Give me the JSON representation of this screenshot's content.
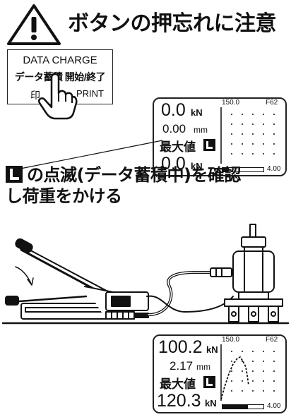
{
  "warning": {
    "title": "ボタンの押忘れに注意"
  },
  "button_panel": {
    "line1": "DATA CHARGE",
    "line2": "データ蓄積 開始/終了",
    "line3_left": "印",
    "line3_right": "PRINT"
  },
  "display_top": {
    "load_value": "0.0",
    "load_unit": "kN",
    "disp_value": "0.00",
    "disp_unit": "mm",
    "max_label": "最大値",
    "max_value": "0.0",
    "max_unit": "kN",
    "graph_top": "150.0",
    "file_no": "F62",
    "graph_end": "4.00",
    "bar_fraction": 0.15
  },
  "caption": {
    "line1": "の点滅(データ蓄積中)を確認",
    "line2": "し荷重をかける"
  },
  "display_bottom": {
    "load_value": "100.2",
    "load_unit": "kN",
    "disp_value": "2.17",
    "disp_unit": "mm",
    "max_label": "最大値",
    "max_value": "120.3",
    "max_unit": "kN",
    "graph_top": "150.0",
    "file_no": "F62",
    "graph_end": "4.00",
    "bar_fraction": 0.62
  }
}
